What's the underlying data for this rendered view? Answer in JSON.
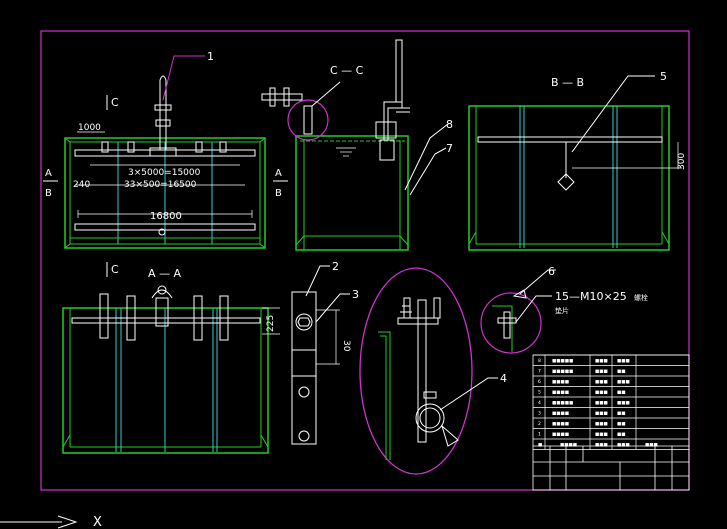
{
  "colors": {
    "background": "#000000",
    "frame": "#cc33cc",
    "green": "#22cc22",
    "white": "#ffffff",
    "cyan": "#33cccc",
    "magenta": "#cc33cc"
  },
  "views": {
    "c_c": "C — C",
    "b_b": "B — B",
    "a_a": "A — A",
    "section_mark_c": "C",
    "section_mark_a": "A",
    "section_mark_b": "B"
  },
  "dimensions": {
    "d1000": "1000",
    "d3x5000": "3×5000=15000",
    "d240": "240",
    "d33x500": "33×500=16500",
    "d16800": "16800",
    "d300": "300",
    "d225": "225",
    "d30": "30"
  },
  "callouts": [
    "1",
    "2",
    "3",
    "4",
    "5",
    "6",
    "7",
    "8"
  ],
  "bolt_note": "15—M10×25",
  "bolt_note_suffix": "螺栓",
  "bolt_note_sub": "垫片",
  "bom": {
    "rows": [
      {
        "no": "8",
        "name": "■■■■■",
        "qty": "■■■",
        "note": "■■■"
      },
      {
        "no": "7",
        "name": "■■■■■",
        "qty": "■■■",
        "note": "■■"
      },
      {
        "no": "6",
        "name": "■■■■",
        "qty": "■■■",
        "note": "■■■"
      },
      {
        "no": "5",
        "name": "■■■■",
        "qty": "■■■",
        "note": "■■"
      },
      {
        "no": "4",
        "name": "■■■■■",
        "qty": "■■■",
        "note": "■■■"
      },
      {
        "no": "3",
        "name": "■■■■",
        "qty": "■■■",
        "note": "■■"
      },
      {
        "no": "2",
        "name": "■■■■",
        "qty": "■■■",
        "note": "■■"
      },
      {
        "no": "1",
        "name": "■■■■",
        "qty": "■■■",
        "note": "■■"
      }
    ],
    "header": [
      "■",
      "■■■■",
      "■■■",
      "■■■",
      "■■■"
    ]
  },
  "ucs": {
    "x_label": "X"
  }
}
